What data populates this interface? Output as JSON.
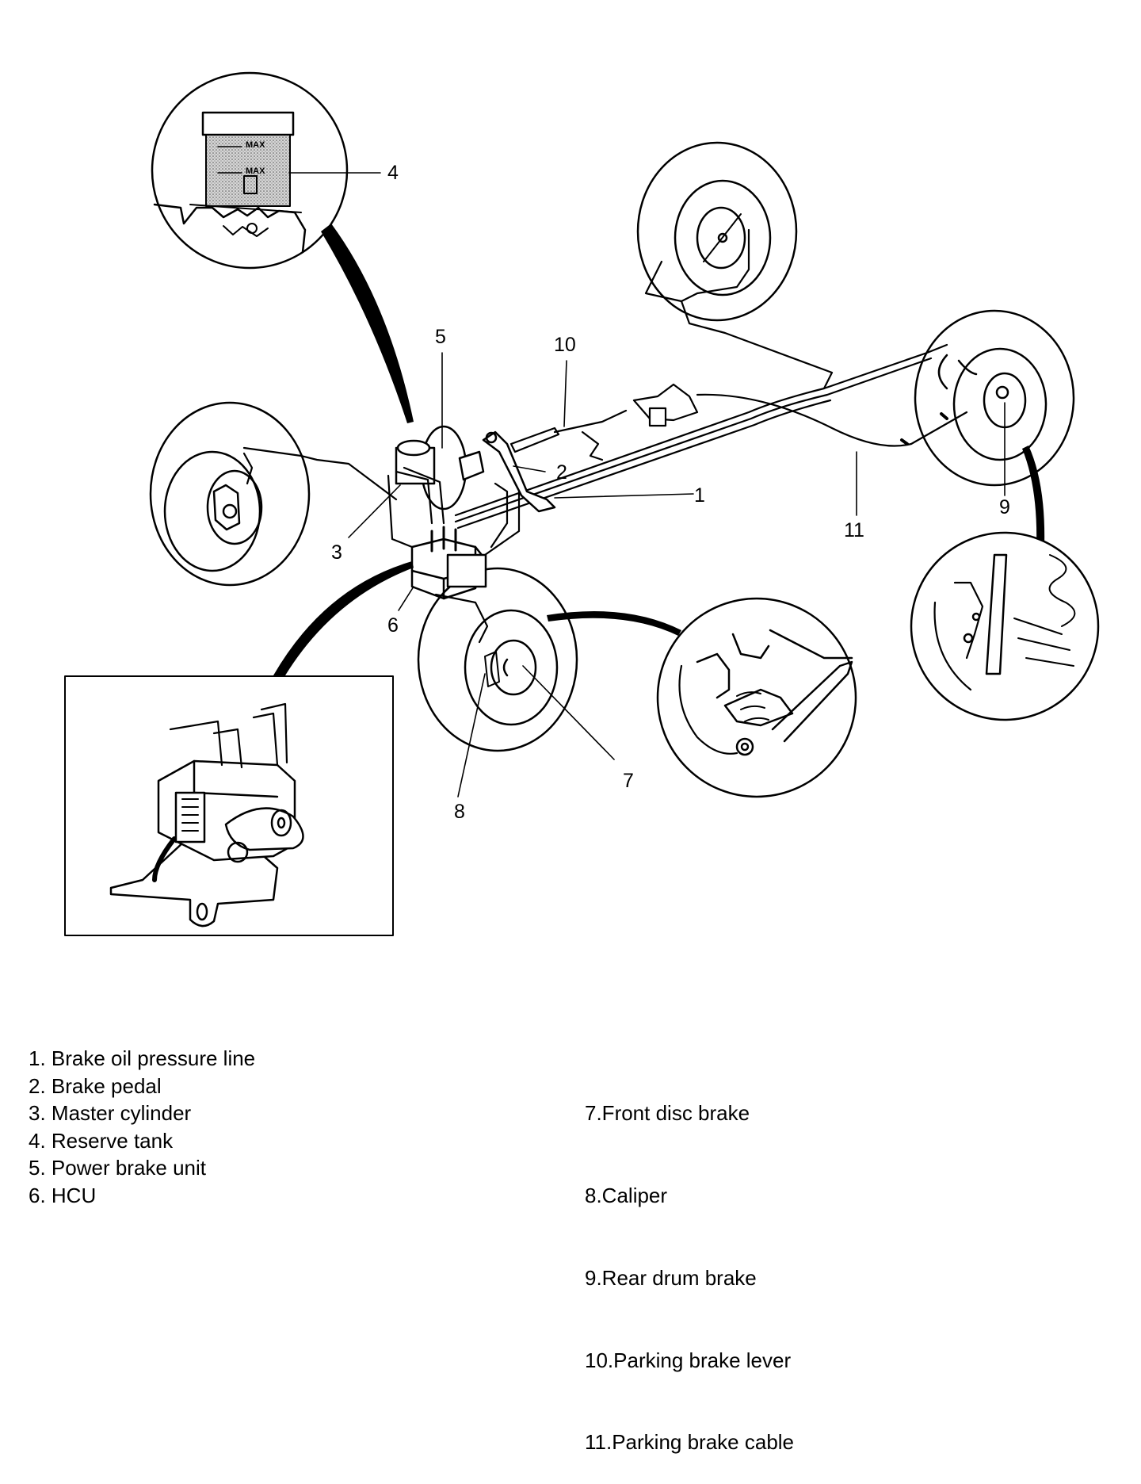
{
  "callouts": {
    "c1": "1",
    "c2": "2",
    "c3": "3",
    "c4": "4",
    "c5": "5",
    "c6": "6",
    "c7": "7",
    "c8": "8",
    "c9": "9",
    "c10": "10",
    "c11": "11"
  },
  "tank_marks": {
    "max_upper": "MAX",
    "max_lower": "MAX"
  },
  "legend": {
    "left": [
      "1. Brake oil pressure line",
      "2. Brake pedal",
      "3. Master cylinder",
      "4. Reserve tank",
      "5. Power brake unit",
      "6. HCU"
    ],
    "right": [
      " 7.Front disc brake",
      " 8.Caliper",
      " 9.Rear drum brake",
      "10.Parking brake lever",
      "11.Parking brake cable"
    ]
  }
}
